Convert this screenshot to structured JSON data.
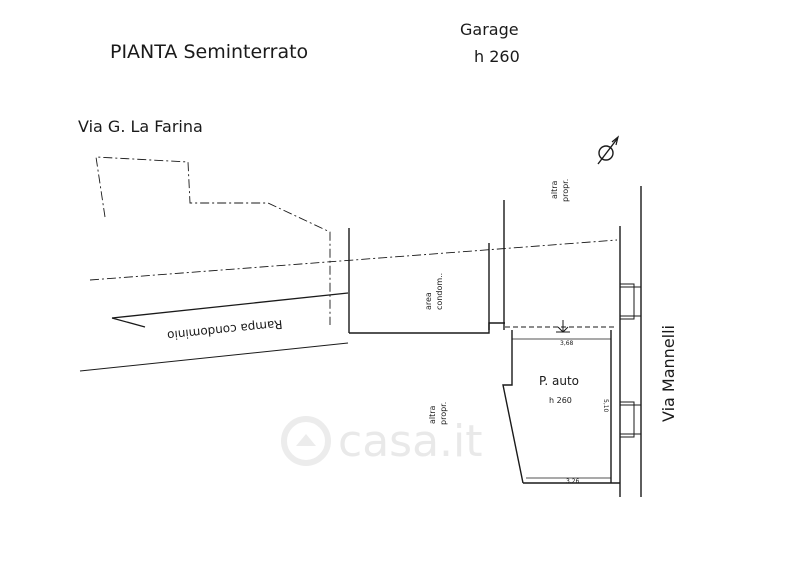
{
  "header": {
    "title": "PIANTA  Seminterrato",
    "garage_label": "Garage",
    "garage_height": "h 260"
  },
  "streets": {
    "north": "Via  G.   La Farina",
    "east": "Via  Mannelli"
  },
  "labels": {
    "ramp": "Rampa condominio",
    "area_line1": "area",
    "area_line2": "condom..",
    "altra_top_1": "altra",
    "altra_top_2": "propr.",
    "altra_left_1": "altra",
    "altra_left_2": "propr.",
    "parking": "P. auto",
    "parking_height": "h 260"
  },
  "dimensions": {
    "top_width": "3,68",
    "bottom_width": "3,26",
    "side_depth": "5,10"
  },
  "watermark": "casa.it",
  "colors": {
    "lines": "#1a1a1a",
    "watermark": "#e9e9e9"
  }
}
